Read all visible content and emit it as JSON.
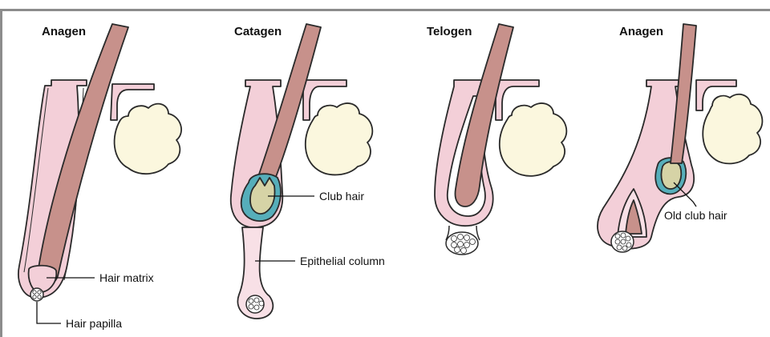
{
  "stages": [
    {
      "title": "Anagen"
    },
    {
      "title": "Catagen"
    },
    {
      "title": "Telogen"
    },
    {
      "title": "Anagen"
    }
  ],
  "labels": {
    "hair_matrix": "Hair matrix",
    "hair_papilla": "Hair papilla",
    "club_hair": "Club hair",
    "epithelial_column": "Epithelial column",
    "old_club_hair": "Old club hair"
  },
  "colors": {
    "frame_border": "#8c8c8c",
    "follicle_sheath": "#f3cfd8",
    "follicle_outline": "#2a2a2a",
    "hair_shaft": "#c7918b",
    "sebaceous_gland": "#fbf7de",
    "club_hair": "#d6d3a6",
    "club_capsule": "#56aeba",
    "epithelial_column": "#f8e0e6"
  }
}
